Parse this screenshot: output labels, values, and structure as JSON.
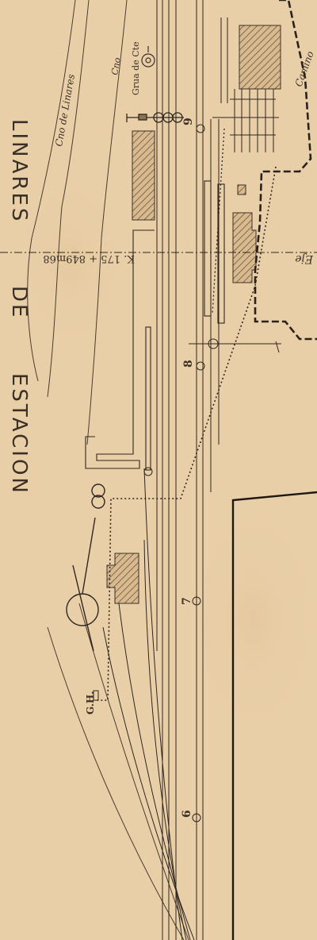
{
  "title_fragments": {
    "estacion": "ESTACION",
    "de": "DE",
    "linares": "LINARES"
  },
  "labels": {
    "road_linares": "Cno de Linares",
    "road_cno": "Cno",
    "grua": "Grua de Cte",
    "camino": "Camino",
    "axis_km": "K. 175 + 849m68",
    "eje": "Eje",
    "gh": "G.H."
  },
  "signal_numbers": [
    "9",
    "8",
    "7",
    "6"
  ],
  "colors": {
    "paper": "#e9cfa8",
    "ink": "#3a3026",
    "hatch": "#5a4636"
  }
}
